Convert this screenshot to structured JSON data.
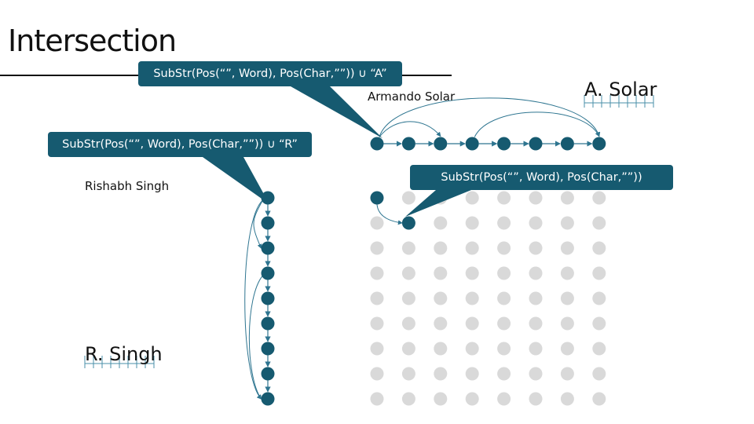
{
  "title": "Intersection",
  "colors": {
    "node": "#165a70",
    "inactive": "#d9d9d9",
    "edge": "#2e7590",
    "tick": "#4a8fa8"
  },
  "labels": {
    "top_input": "Armando Solar",
    "top_output": "A. Solar",
    "left_input": "Rishabh Singh",
    "left_output": "R. Singh"
  },
  "callouts": [
    {
      "text": "SubStr(Pos(“”, Word), Pos(Char,””)) ∪ “A”"
    },
    {
      "text": "SubStr(Pos(“”, Word), Pos(Char,””)) ∪ “R”"
    },
    {
      "text": "SubStr(Pos(“”, Word), Pos(Char,””))"
    }
  ],
  "graphs": {
    "top": {
      "nodes": 8,
      "skip_edges": [
        [
          0,
          2
        ],
        [
          0,
          7
        ],
        [
          3,
          7
        ]
      ]
    },
    "left": {
      "nodes": 9,
      "skip_edges": [
        [
          0,
          2
        ],
        [
          0,
          8
        ],
        [
          3,
          8
        ]
      ]
    },
    "intersection": {
      "rows": 9,
      "cols": 8,
      "active": [
        [
          0,
          0
        ],
        [
          1,
          1
        ]
      ],
      "active_edges": [
        [
          [
            0,
            0
          ],
          [
            1,
            1
          ]
        ]
      ]
    }
  }
}
